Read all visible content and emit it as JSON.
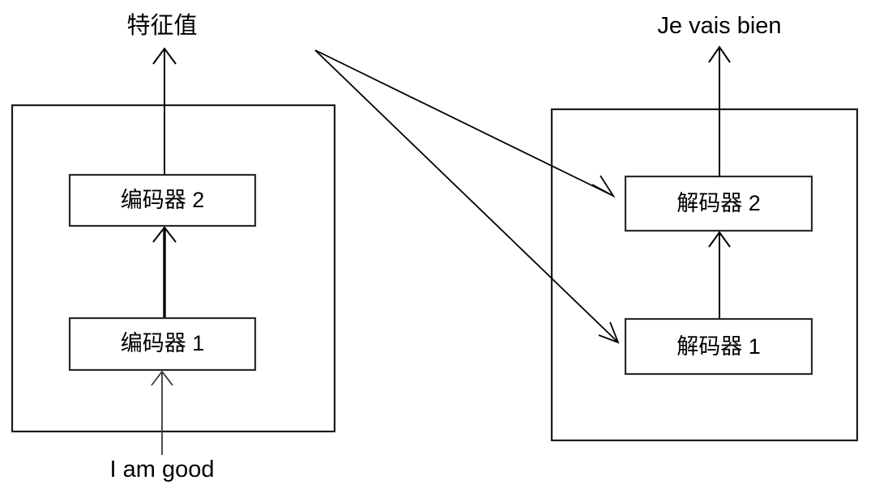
{
  "diagram": {
    "title": "encoder-decoder-seq2seq-diagram",
    "background_color": "#ffffff",
    "stroke_color": "#000000",
    "encoder_side": {
      "input_label": "I am good",
      "output_label": "特征值",
      "blocks": [
        {
          "id": "encoder-1",
          "label": "编码器 1"
        },
        {
          "id": "encoder-2",
          "label": "编码器 2"
        }
      ]
    },
    "decoder_side": {
      "output_label": "Je vais bien",
      "blocks": [
        {
          "id": "decoder-1",
          "label": "解码器 1"
        },
        {
          "id": "decoder-2",
          "label": "解码器 2"
        }
      ]
    },
    "connections": [
      {
        "id": "input-to-encoder-1",
        "from": "I am good",
        "to": "编码器 1",
        "kind": "arrow-up"
      },
      {
        "id": "encoder-1-to-encoder-2",
        "from": "编码器 1",
        "to": "编码器 2",
        "kind": "arrow-up"
      },
      {
        "id": "encoder-2-to-feature",
        "from": "编码器 2",
        "to": "特征值",
        "kind": "arrow-up"
      },
      {
        "id": "feature-to-decoder-2",
        "from": "特征值",
        "to": "解码器 2",
        "kind": "arrow-diagonal"
      },
      {
        "id": "feature-to-decoder-1",
        "from": "特征值",
        "to": "解码器 1",
        "kind": "arrow-diagonal"
      },
      {
        "id": "decoder-1-to-decoder-2",
        "from": "解码器 1",
        "to": "解码器 2",
        "kind": "arrow-up"
      },
      {
        "id": "decoder-2-to-output",
        "from": "解码器 2",
        "to": "Je vais bien",
        "kind": "arrow-up"
      }
    ]
  }
}
